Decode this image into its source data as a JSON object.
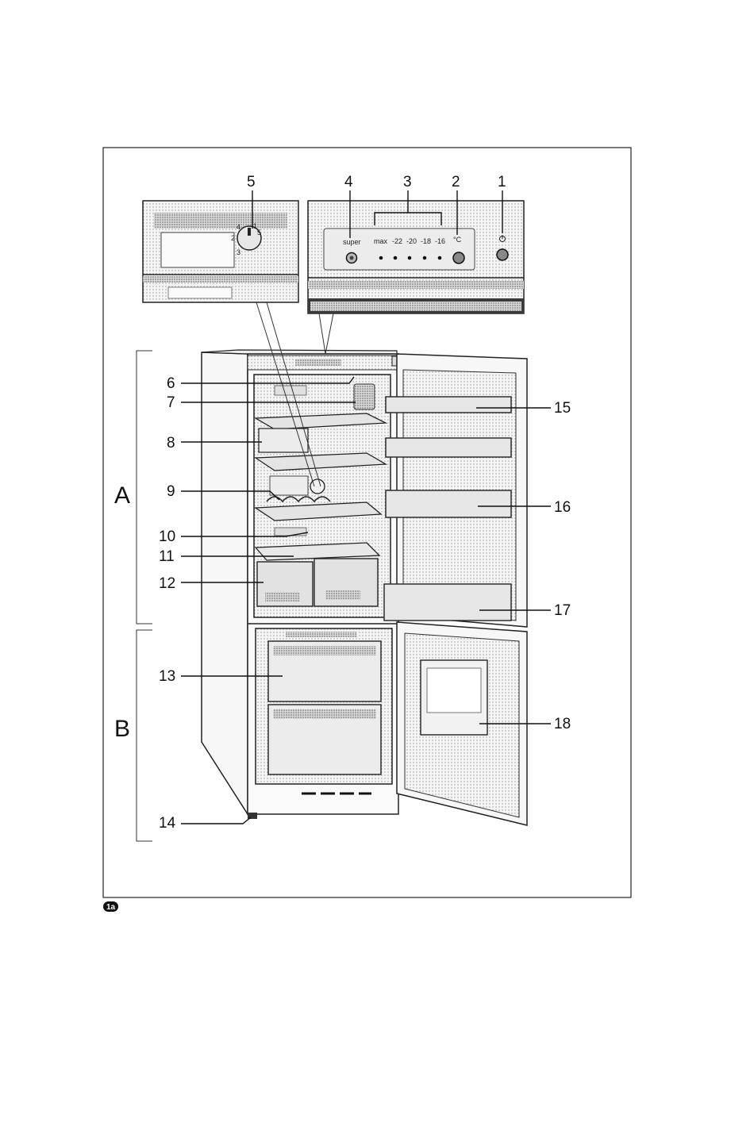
{
  "figure": {
    "badge": "1a",
    "sections": {
      "a": "A",
      "b": "B"
    },
    "callouts": {
      "c1": "1",
      "c2": "2",
      "c3": "3",
      "c4": "4",
      "c5": "5",
      "c6": "6",
      "c7": "7",
      "c8": "8",
      "c9": "9",
      "c10": "10",
      "c11": "11",
      "c12": "12",
      "c13": "13",
      "c14": "14",
      "c15": "15",
      "c16": "16",
      "c17": "17",
      "c18": "18"
    },
    "panel": {
      "super": "super",
      "temps": [
        "max",
        "-22",
        "-20",
        "-18",
        "-16"
      ],
      "unit": "°C",
      "power_symbol": "power-icon"
    },
    "dial_numbers": [
      "1",
      "2",
      "3",
      "4",
      "5"
    ]
  }
}
